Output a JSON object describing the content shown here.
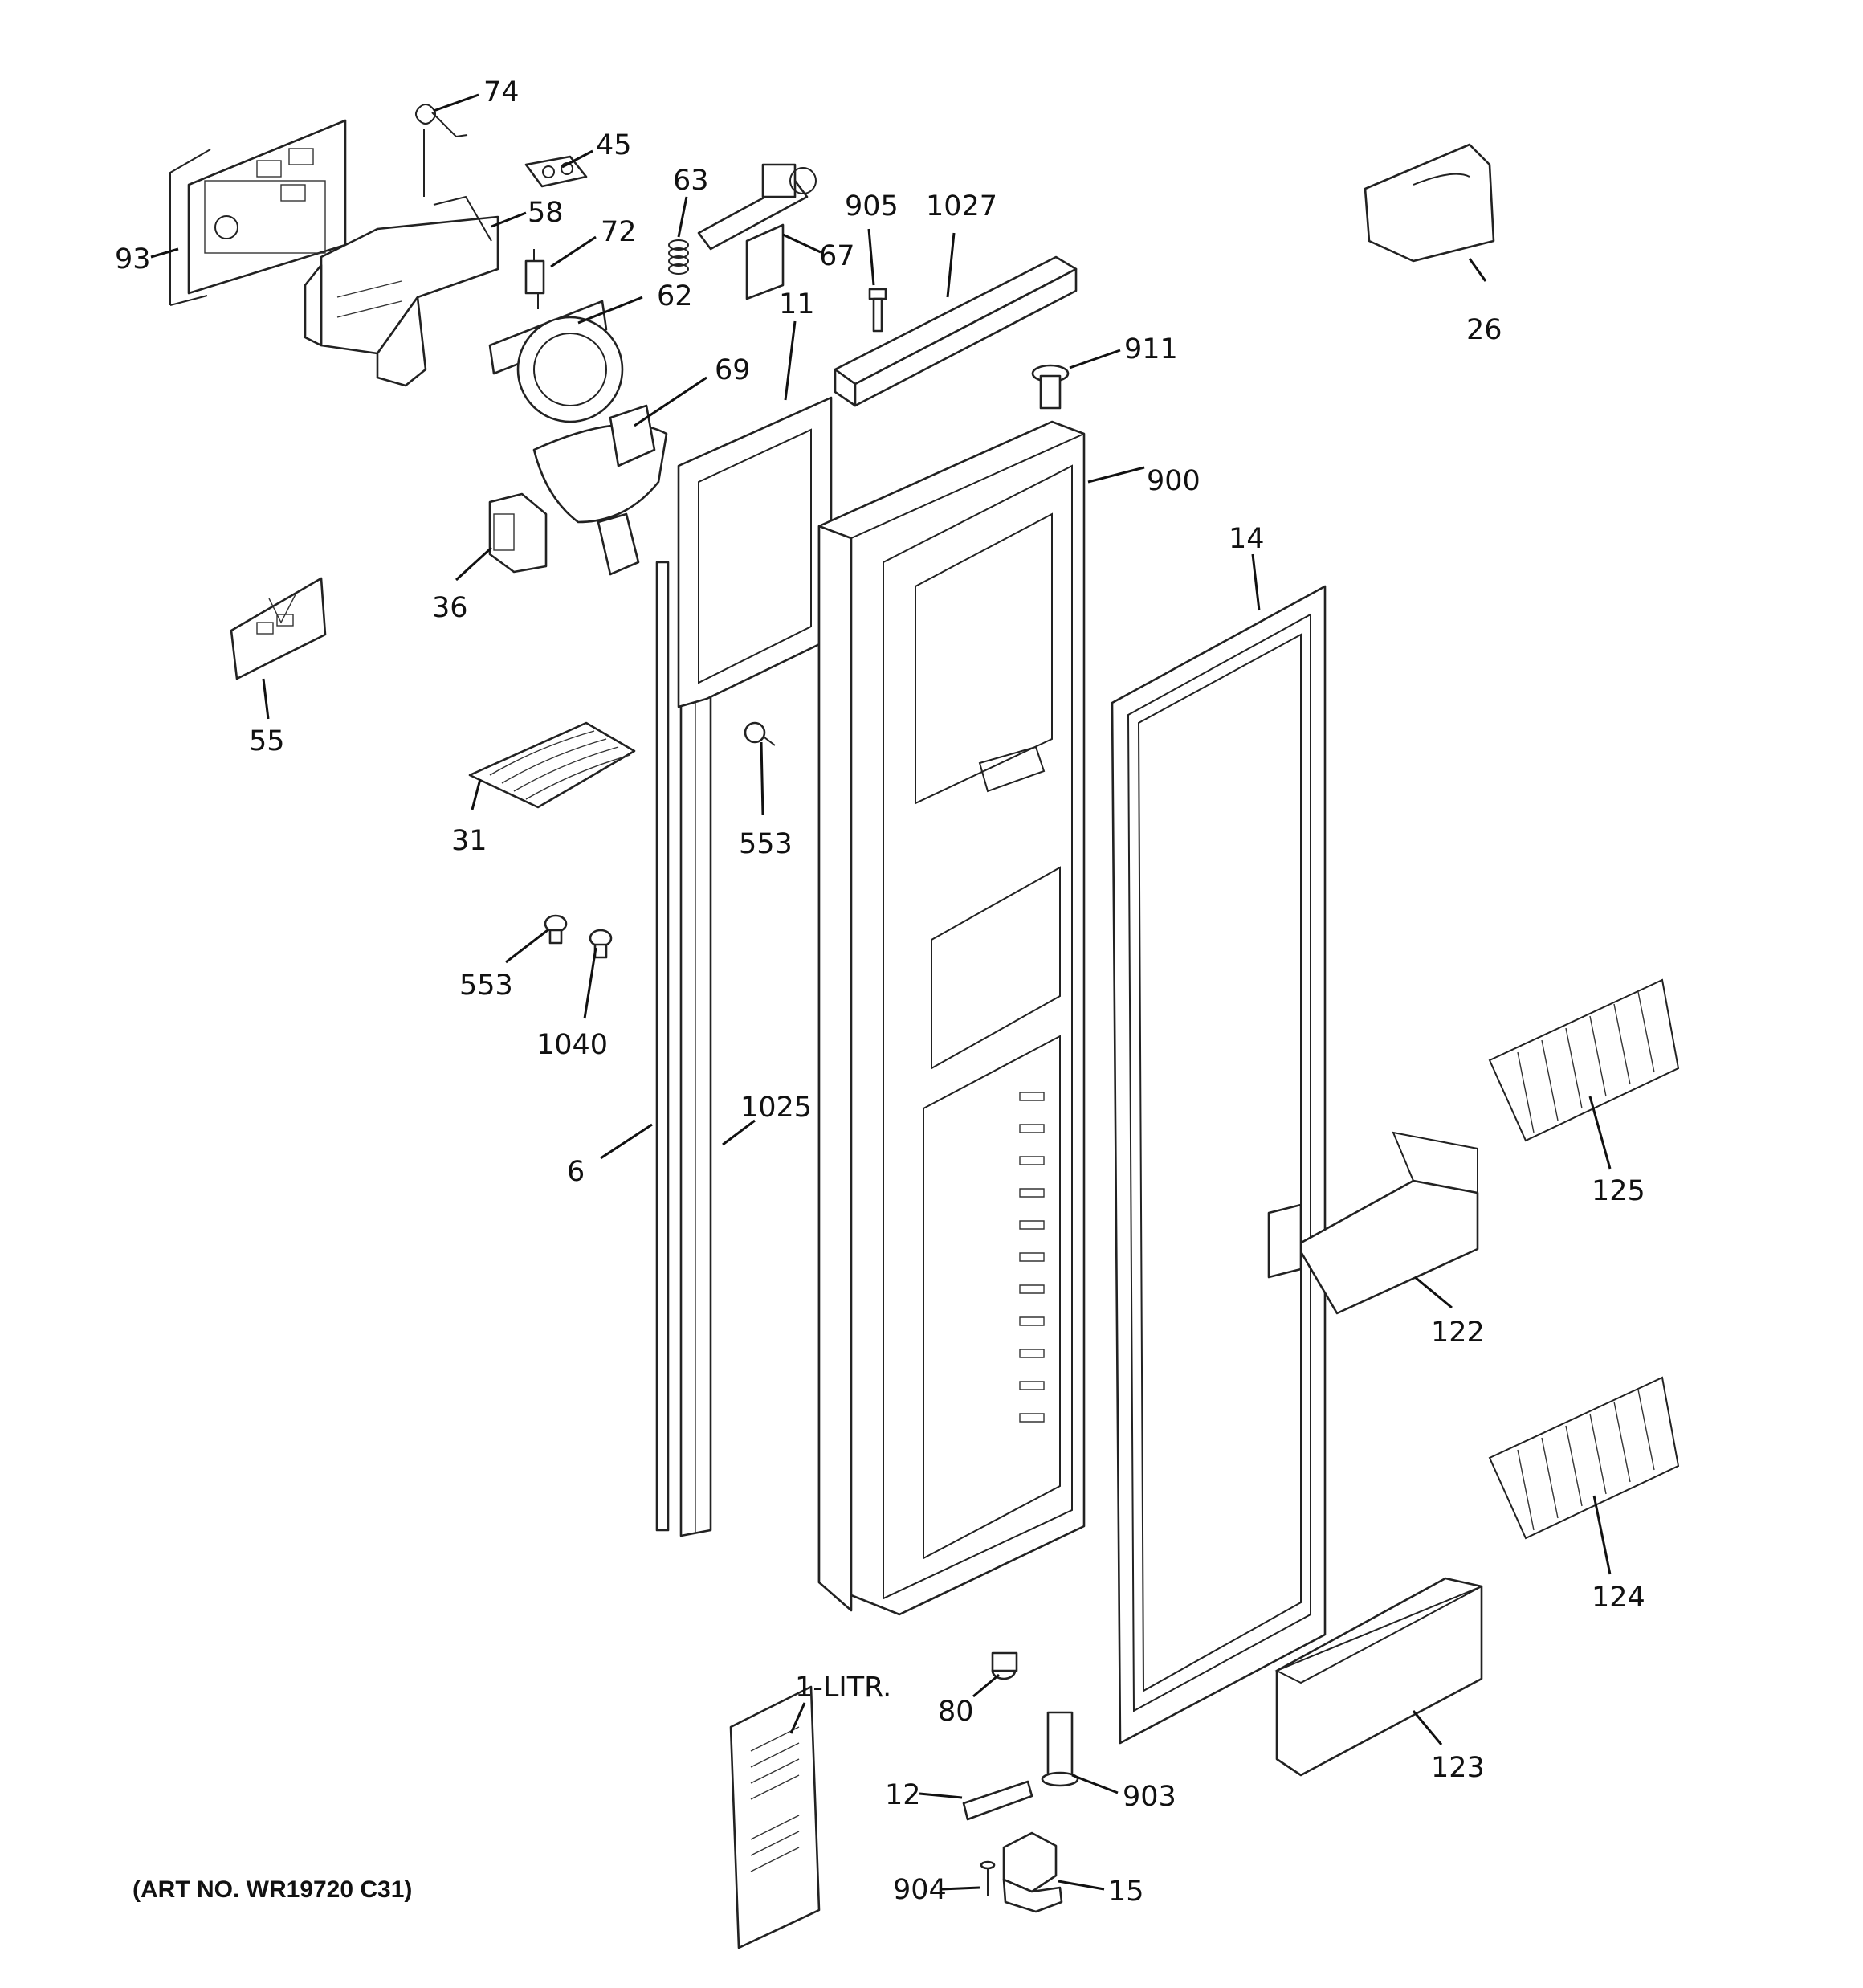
{
  "art_number": "(ART NO. WR19720 C31)",
  "callouts": [
    {
      "id": "p74",
      "text": "74"
    },
    {
      "id": "p45",
      "text": "45"
    },
    {
      "id": "p63",
      "text": "63"
    },
    {
      "id": "p905",
      "text": "905"
    },
    {
      "id": "p1027",
      "text": "1027"
    },
    {
      "id": "p26",
      "text": "26"
    },
    {
      "id": "p93",
      "text": "93"
    },
    {
      "id": "p58",
      "text": "58"
    },
    {
      "id": "p72",
      "text": "72"
    },
    {
      "id": "p67",
      "text": "67"
    },
    {
      "id": "p62",
      "text": "62"
    },
    {
      "id": "p11",
      "text": "11"
    },
    {
      "id": "p911",
      "text": "911"
    },
    {
      "id": "p69",
      "text": "69"
    },
    {
      "id": "p900",
      "text": "900"
    },
    {
      "id": "p36",
      "text": "36"
    },
    {
      "id": "p14",
      "text": "14"
    },
    {
      "id": "p55",
      "text": "55"
    },
    {
      "id": "p31",
      "text": "31"
    },
    {
      "id": "p553a",
      "text": "553"
    },
    {
      "id": "p553b",
      "text": "553"
    },
    {
      "id": "p1040",
      "text": "1040"
    },
    {
      "id": "p125",
      "text": "125"
    },
    {
      "id": "p1025",
      "text": "1025"
    },
    {
      "id": "p6",
      "text": "6"
    },
    {
      "id": "p122",
      "text": "122"
    },
    {
      "id": "p124",
      "text": "124"
    },
    {
      "id": "p1litr",
      "text": "1-LITR."
    },
    {
      "id": "p80",
      "text": "80"
    },
    {
      "id": "p123",
      "text": "123"
    },
    {
      "id": "p12",
      "text": "12"
    },
    {
      "id": "p903",
      "text": "903"
    },
    {
      "id": "p15",
      "text": "15"
    },
    {
      "id": "p904",
      "text": "904"
    }
  ]
}
